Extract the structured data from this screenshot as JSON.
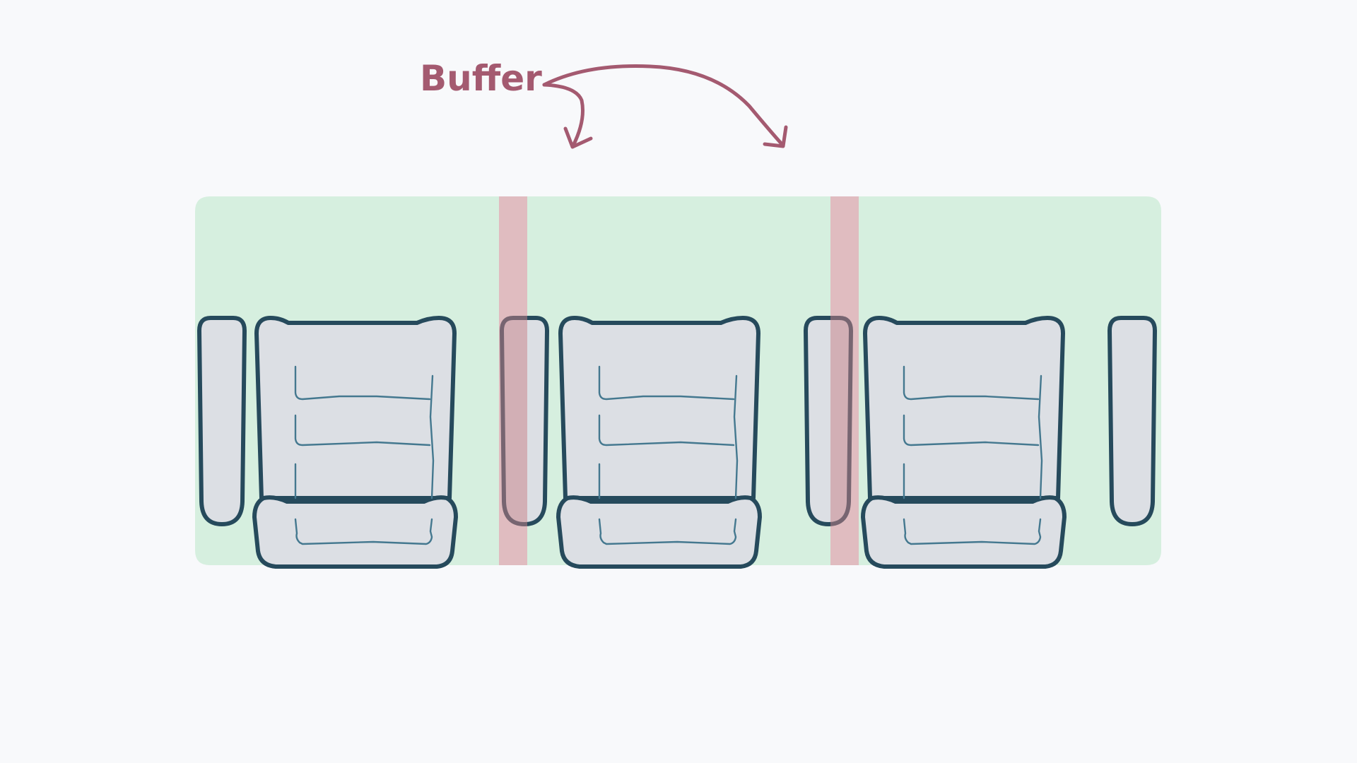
{
  "annotation": {
    "label": "Buffer",
    "arrow_count": 2
  },
  "layout_zones": {
    "seat_count": 3,
    "buffer_count": 2,
    "armrest_count": 4
  },
  "colors": {
    "background": "#f8f9fb",
    "seat_zone": "#d6efdf",
    "buffer_zone": "#d9a3a7",
    "buffer_label": "#a45a70",
    "outline": "#264a5c",
    "upholstery": "#dcdfe4",
    "stitch": "#44788f"
  },
  "icons": {
    "seat": "recliner-seat-icon",
    "armrest": "armrest-icon",
    "arrow": "curved-arrow-icon"
  }
}
